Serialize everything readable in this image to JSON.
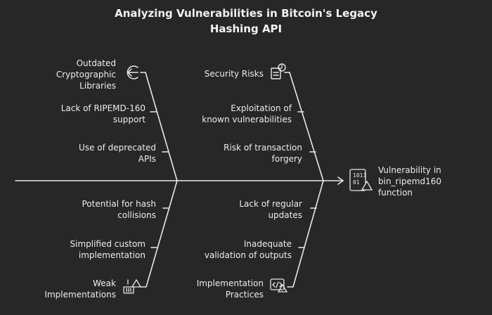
{
  "title": [
    "Analyzing Vulnerabilities in Bitcoin's Legacy",
    "Hashing API"
  ],
  "head": {
    "label": [
      "Vulnerability in",
      "bin_ripemd160",
      "function"
    ],
    "icon": "binary-warning-icon"
  },
  "categories": [
    {
      "name": [
        "Outdated",
        "Cryptographic",
        "Libraries"
      ],
      "icon": "arrow-back-circle-icon",
      "causes": [
        [
          "Lack of RIPEMD-160",
          "support"
        ],
        [
          "Use of deprecated",
          "APIs"
        ]
      ]
    },
    {
      "name": [
        "Security Risks"
      ],
      "icon": "document-alert-icon",
      "causes": [
        [
          "Exploitation of",
          "known vulnerabilities"
        ],
        [
          "Risk of transaction",
          "forgery"
        ]
      ]
    },
    {
      "name": [
        "Weak",
        "Implementations"
      ],
      "icon": "crane-warning-icon",
      "causes": [
        [
          "Potential for hash",
          "collisions"
        ],
        [
          "Simplified custom",
          "implementation"
        ]
      ]
    },
    {
      "name": [
        "Implementation",
        "Practices"
      ],
      "icon": "code-warning-icon",
      "causes": [
        [
          "Lack of regular",
          "updates"
        ],
        [
          "Inadequate",
          "validation of outputs"
        ]
      ]
    }
  ]
}
